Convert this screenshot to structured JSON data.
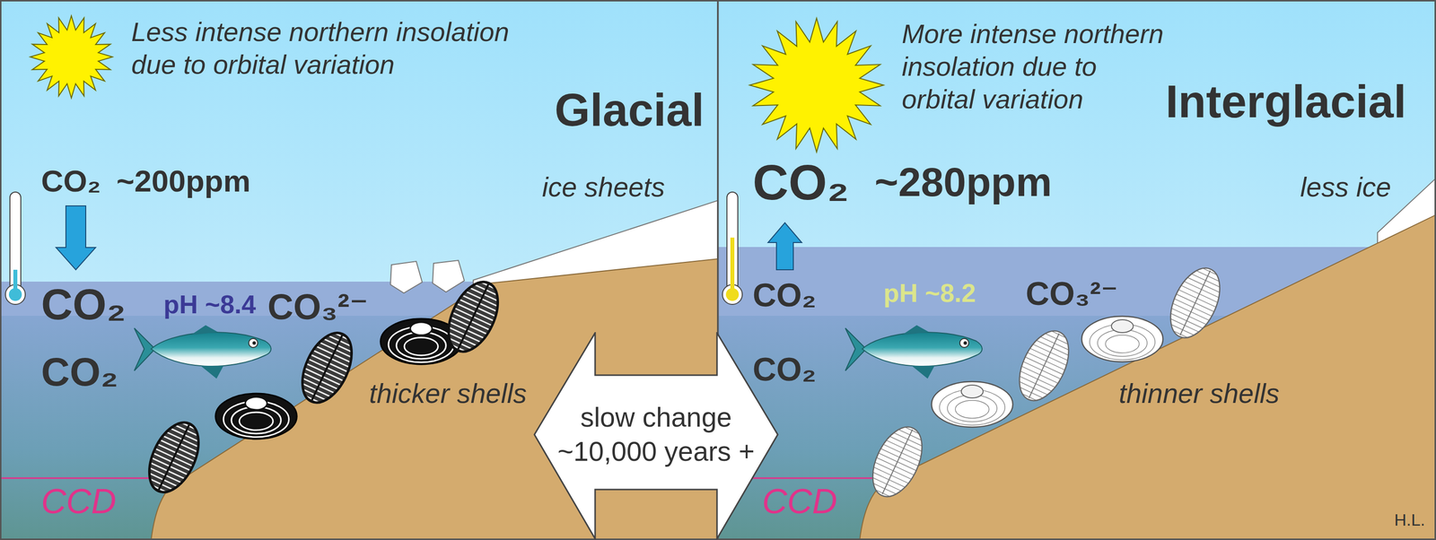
{
  "diagram": {
    "nodes": [
      {
        "text": [
          "slow change ~10,000 years +"
        ]
      }
    ],
    "labels": [
      "Less intense northern insolation due to orbital variation",
      "Glacial",
      "CO₂",
      "~200ppm",
      "ice sheets",
      "CO₂",
      "pH ~8.4",
      "CO₃²⁻",
      "CO₂",
      "thicker shells",
      "CCD",
      "More intense northern insolation due to orbital variation",
      "Interglacial",
      "CO₂",
      "~280ppm",
      "less ice",
      "CO₂",
      "pH ~8.2",
      "CO₃²⁻",
      "CO₂",
      "thinner shells",
      "CCD",
      "H.L."
    ]
  }
}
